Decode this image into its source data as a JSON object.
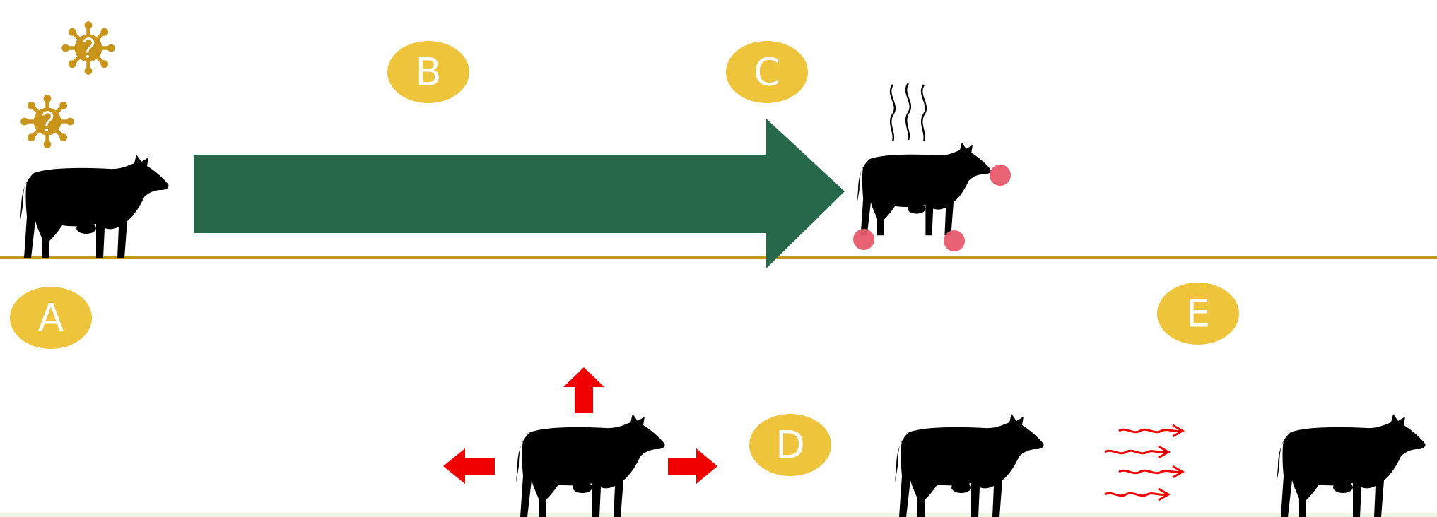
{
  "labels": {
    "a": "A",
    "b": "B",
    "c": "C",
    "d": "D",
    "e": "E"
  },
  "icons": {
    "virus": "virus-icon",
    "cow": "cow-icon",
    "arrow": "progression-arrow",
    "heat": "heat-waves-icon",
    "lesion": "lesion-dot",
    "spread": "spread-arrow-icon",
    "wind": "airborne-transmission-icon"
  },
  "colors": {
    "badge": "#EDC43B",
    "badge_text": "#FFFFFF",
    "progression_arrow": "#27684A",
    "ground_line": "#C29A17",
    "virus": "#C8941A",
    "lesion": "#E85A6B",
    "spread": "#F10000",
    "cow": "#000000",
    "bottom_band": "#EEF6E5"
  }
}
